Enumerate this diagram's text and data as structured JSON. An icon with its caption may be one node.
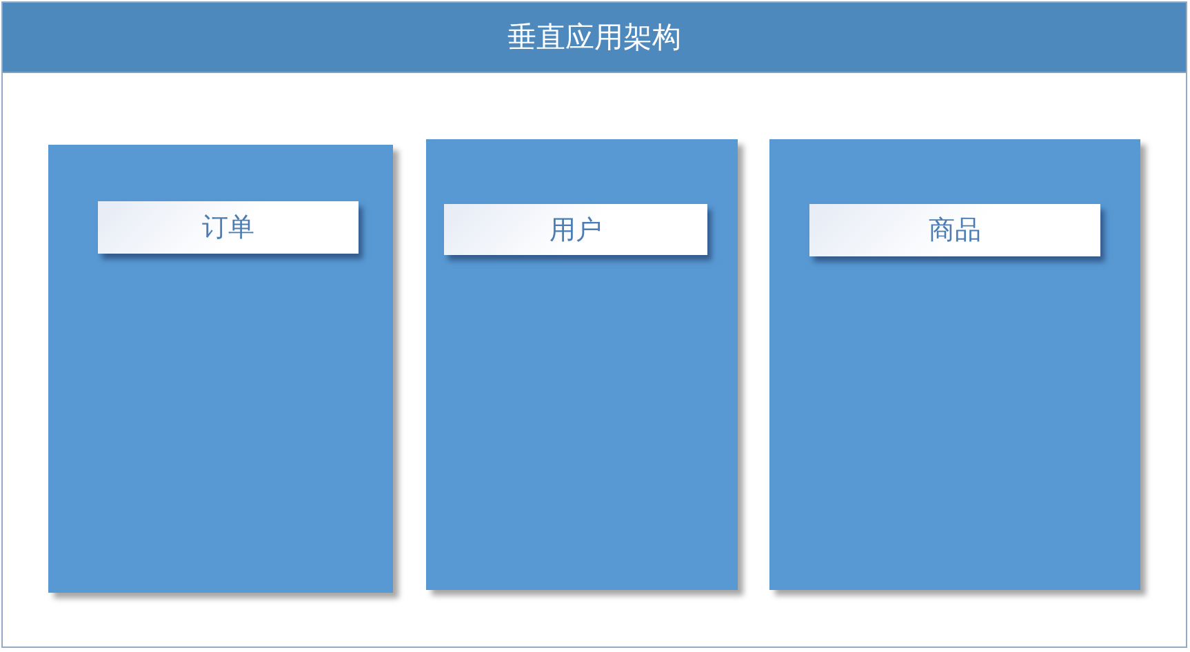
{
  "diagram": {
    "nodes": [
      {
        "text": [
          "垂直应用架构"
        ]
      },
      {
        "text": [],
        "shape": "box",
        "in": 0
      },
      {
        "text": [
          "订单"
        ],
        "in": 1
      },
      {
        "text": [],
        "shape": "box",
        "in": 0
      },
      {
        "text": [
          "用户"
        ],
        "in": 3
      },
      {
        "text": [],
        "shape": "box",
        "in": 0
      },
      {
        "text": [
          "商品"
        ],
        "in": 5
      }
    ]
  }
}
